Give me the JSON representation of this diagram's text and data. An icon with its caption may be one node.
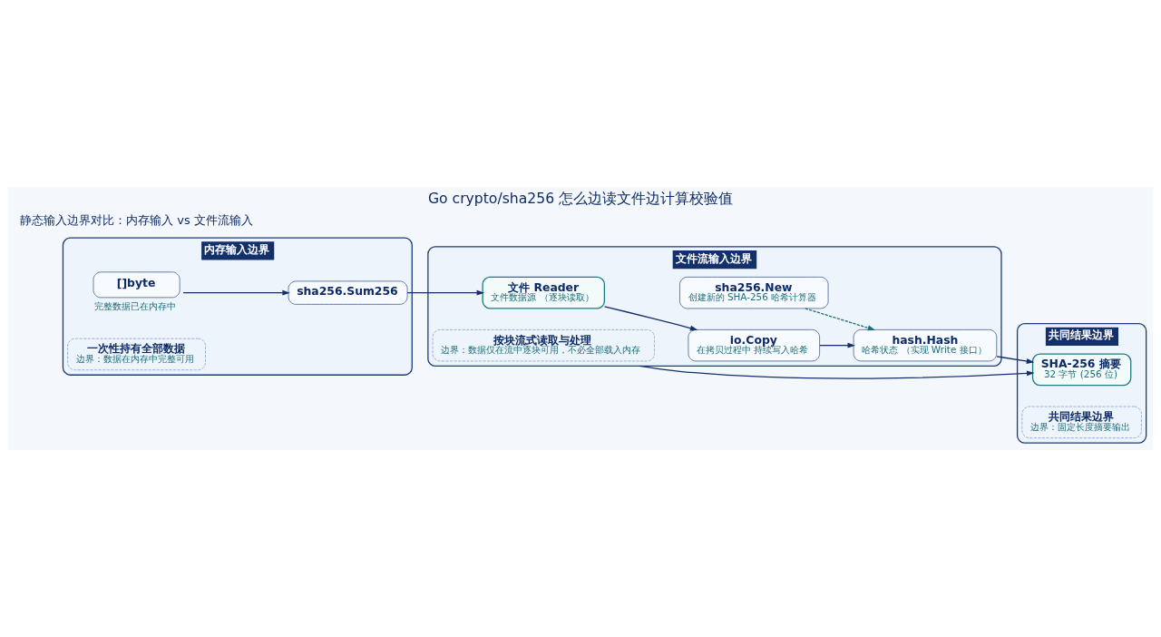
{
  "diagram": {
    "title": "Go crypto/sha256 怎么边读文件边计算校验值",
    "nodes": [
      {
        "text": [
          "内存输入边界"
        ]
      },
      {
        "text": [
          "[]byte"
        ],
        "in": 0,
        "beside": [
          "完整数据已在内存中"
        ]
      },
      {
        "text": [
          "sha256.Sum256"
        ],
        "in": 0
      },
      {
        "text": [
          "一次性持有全部数据",
          "边界：数据在内存中完整可用"
        ],
        "in": 0
      },
      {
        "text": [
          "文件流输入边界"
        ]
      },
      {
        "text": [
          "sha256.New",
          "创建新的 SHA-256 哈希计算器"
        ],
        "in": 4
      },
      {
        "text": [
          "文件 Reader",
          "文件数据源 （逐块读取）"
        ],
        "in": 4
      },
      {
        "text": [
          "io.Copy",
          "在拷贝过程中 持续写入哈希"
        ],
        "in": 4
      },
      {
        "text": [
          "hash.Hash",
          "哈希状态 （实现 Write 接口）"
        ],
        "in": 4
      },
      {
        "text": [
          "按块流式读取与处理",
          "边界：数据仅在流中逐块可用，不必全部载入内存"
        ],
        "in": 4
      },
      {
        "text": [
          "共同结果边界"
        ]
      },
      {
        "text": [
          "SHA-256 摘要",
          "32 字节 (256 位)"
        ],
        "in": 10
      },
      {
        "text": [
          "共同结果边界",
          "边界：固定长度摘要输出"
        ],
        "in": 10
      }
    ],
    "edges": [
      {
        "from": 1,
        "to": 2,
        "arrow": "to"
      },
      {
        "from": 2,
        "to": 6,
        "arrow": "to"
      },
      {
        "from": 6,
        "to": 7,
        "arrow": "to"
      },
      {
        "from": 7,
        "to": 8,
        "arrow": "to"
      },
      {
        "from": 5,
        "to": 8,
        "arrow": "to",
        "style": "dashed",
        "color": "#1f6f7a"
      },
      {
        "from": 8,
        "to": 11,
        "arrow": "to"
      },
      {
        "from": 4,
        "to": 11,
        "arrow": "to"
      }
    ],
    "labels": [
      "静态输入边界对比：内存输入 vs 文件流输入"
    ]
  }
}
